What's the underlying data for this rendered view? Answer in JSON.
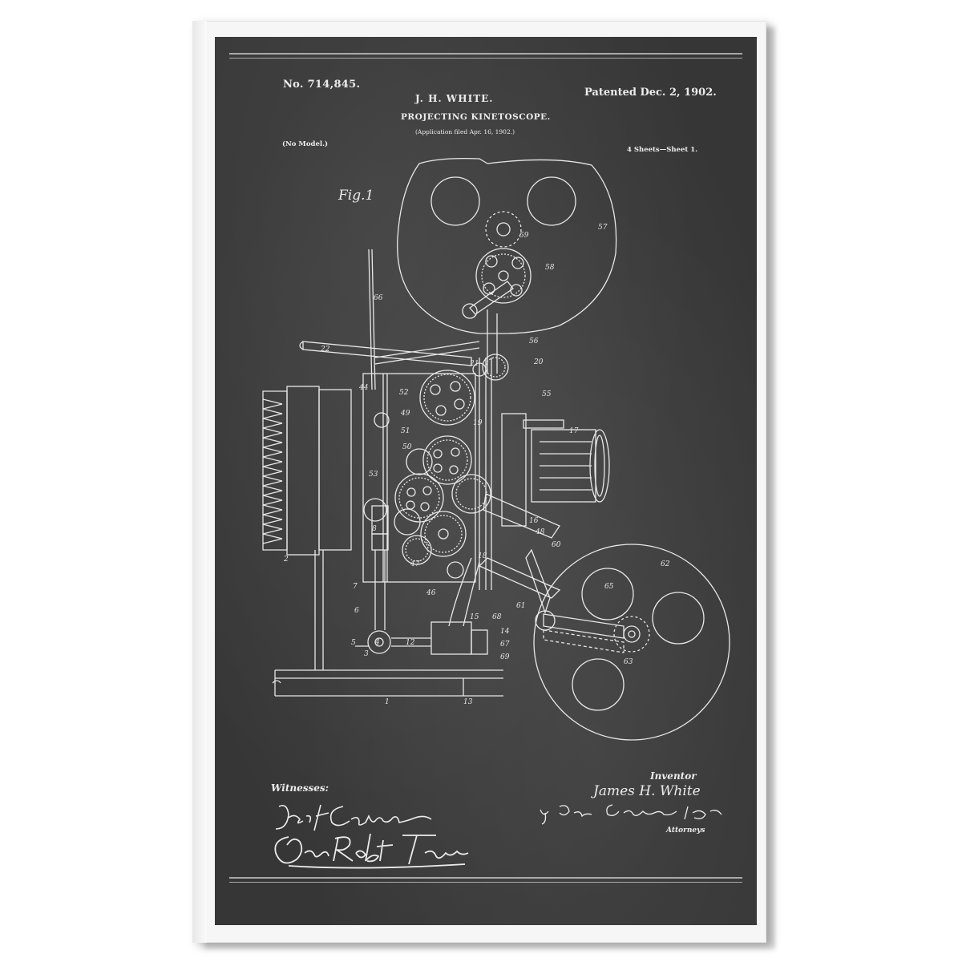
{
  "patent": {
    "number": "No. 714,845.",
    "patented": "Patented Dec. 2, 1902.",
    "inventor_header": "J. H. WHITE.",
    "title": "PROJECTING KINETOSCOPE.",
    "filed": "(Application filed Apr. 16, 1902.)",
    "model": "(No Model.)",
    "sheets": "4 Sheets—Sheet 1.",
    "figure": "Fig.1"
  },
  "footer": {
    "witnesses_label": "Witnesses:",
    "inventor_label": "Inventor",
    "inventor_name": "James H. White",
    "attorneys_label": "Attorneys",
    "witness_signature_1": "Jas F. Coleman",
    "witness_signature_2": "Jno. Robt Taylor",
    "attorney_signature": "by Dyer Edmonds & Dyer"
  },
  "reference_numerals": [
    "66",
    "22",
    "57",
    "59",
    "58",
    "56",
    "20",
    "21",
    "55",
    "44",
    "52",
    "49",
    "19",
    "51",
    "17",
    "50",
    "53",
    "16",
    "48",
    "60",
    "8",
    "2",
    "47",
    "18",
    "7",
    "46",
    "62",
    "65",
    "61",
    "6",
    "15",
    "68",
    "14",
    "5",
    "4",
    "12",
    "3",
    "67",
    "69",
    "63",
    "1",
    "13"
  ],
  "colors": {
    "board": "#3b3b3b",
    "chalk": "#e8e8e8",
    "frame": "#f6f6f6"
  }
}
